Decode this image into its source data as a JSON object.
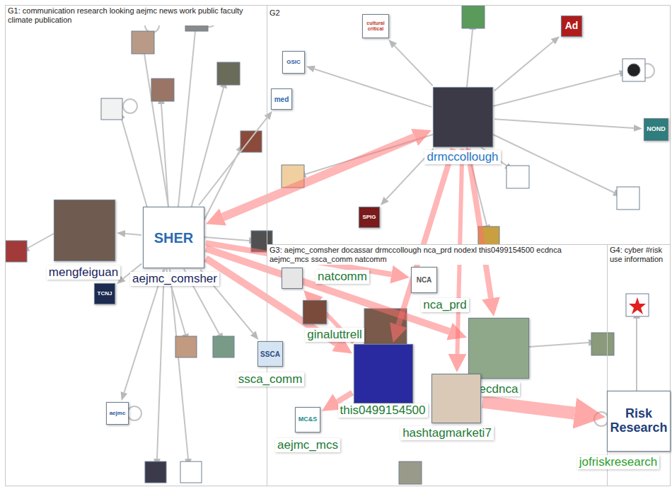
{
  "diagram": {
    "nodes": [
      {
        "text": [
          "G1: communication research looking aejmc news work public faculty climate publication"
        ]
      },
      {
        "text": [
          "G2"
        ]
      },
      {
        "text": [
          "G3: aejmc_comsher docassar drmccollough nca_prd nodexl this0499154500 ecdnca aejmc_mcs ssca_comm natcomm"
        ]
      },
      {
        "text": [
          "G4: cyber #risk use information"
        ]
      },
      {
        "text": [
          "mengfeiguan"
        ],
        "in": 0
      },
      {
        "text": [
          "SHER",
          "aejmc_comsher"
        ],
        "in": 0
      },
      {
        "text": [
          "TCNJ"
        ],
        "in": 0
      },
      {
        "text": [
          "aejmc"
        ],
        "in": 0
      },
      {
        "text": [
          "drmccollough"
        ],
        "in": 1
      },
      {
        "text": [
          "med"
        ],
        "in": 1
      },
      {
        "text": [
          "Ad"
        ],
        "in": 1
      },
      {
        "text": [
          "NOND"
        ],
        "in": 1
      },
      {
        "text": [
          "GSIC"
        ],
        "in": 1
      },
      {
        "text": [
          "cultural critical"
        ],
        "in": 1
      },
      {
        "text": [
          "SPIG"
        ],
        "in": 1
      },
      {
        "text": [
          "natcomm"
        ],
        "in": 2
      },
      {
        "text": [
          "NCA",
          "nca_prd"
        ],
        "in": 2
      },
      {
        "text": [
          "ginaluttrell"
        ],
        "in": 2
      },
      {
        "text": [
          "SSCA",
          "ssca_comm"
        ],
        "in": 2
      },
      {
        "text": [
          "this0499154500"
        ],
        "in": 2
      },
      {
        "text": [
          "ecdnca"
        ],
        "in": 2
      },
      {
        "text": [
          "hashtagmarketi7"
        ],
        "in": 2
      },
      {
        "text": [
          "MC&S",
          "aejmc_mcs"
        ],
        "in": 2
      },
      {
        "text": [
          "Risk Research",
          "jofriskresearch"
        ],
        "in": 3
      }
    ],
    "edges": [
      {
        "from": 5,
        "to": 4,
        "arrow": "to"
      },
      {
        "from": 5,
        "to": 6,
        "arrow": "to"
      },
      {
        "from": 5,
        "to": 7,
        "arrow": "to"
      },
      {
        "from": 5,
        "to": 9,
        "arrow": "to"
      },
      {
        "from": 5,
        "to": 18,
        "arrow": "to"
      },
      {
        "from": 5,
        "to": 8,
        "arrow": "both"
      },
      {
        "from": 8,
        "to": 10,
        "arrow": "to"
      },
      {
        "from": 8,
        "to": 11,
        "arrow": "to"
      },
      {
        "from": 8,
        "to": 12,
        "arrow": "to"
      },
      {
        "from": 8,
        "to": 13,
        "arrow": "to"
      },
      {
        "from": 8,
        "to": 14,
        "arrow": "to"
      },
      {
        "from": 5,
        "to": 19,
        "arrow": "to"
      },
      {
        "from": 5,
        "to": 20,
        "arrow": "to"
      },
      {
        "from": 5,
        "to": 16,
        "arrow": "to"
      },
      {
        "from": 8,
        "to": 19,
        "arrow": "to"
      },
      {
        "from": 8,
        "to": 20,
        "arrow": "to"
      },
      {
        "from": 19,
        "to": 22,
        "arrow": "to"
      },
      {
        "from": 19,
        "to": 15,
        "arrow": "to"
      },
      {
        "from": 21,
        "to": 23,
        "arrow": "to"
      },
      {
        "from": 8,
        "to": 21,
        "arrow": "to"
      }
    ]
  }
}
